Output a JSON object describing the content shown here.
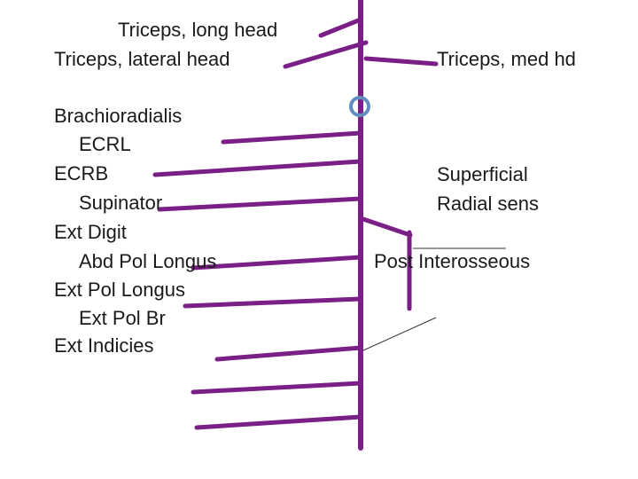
{
  "colors": {
    "nerve": "#7a1f86",
    "ring": "#5f8fc0",
    "thin_line": "#333333",
    "text": "#1a1a1a"
  },
  "labels": {
    "triceps_long_head": "Triceps, long head",
    "triceps_lateral_head": "Triceps, lateral head",
    "triceps_med_hd": "Triceps, med hd",
    "brachioradialis": "Brachioradialis",
    "ecrl": "ECRL",
    "ecrb": "ECRB",
    "supinator": "Supinator",
    "ext_digit": "Ext Digit",
    "abd_pol_longus": "Abd Pol Longus",
    "ext_pol_longus": "Ext Pol Longus",
    "ext_pol_br": "Ext Pol Br",
    "ext_indicies": "Ext Indicies",
    "superficial": "Superficial",
    "radial_sens": "Radial sens",
    "post_interosseous": "Post Interosseous"
  }
}
